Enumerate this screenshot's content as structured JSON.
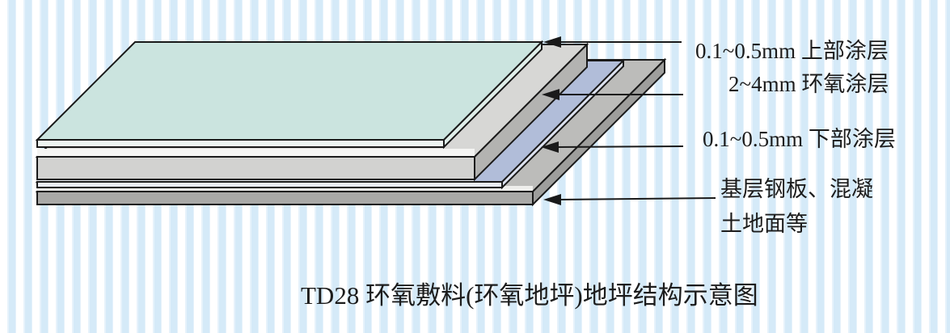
{
  "caption": "TD28 环氧敷料(环氧地坪)地坪结构示意图",
  "labels": {
    "upper_coating": "0.1~0.5mm 上部涂层",
    "epoxy_coating": "2~4mm 环氧涂层",
    "lower_coating": "0.1~0.5mm 下部涂层",
    "base_line1": "基层钢板、混凝",
    "base_line2": "土地面等"
  },
  "layers": [
    {
      "name": "upper-coating",
      "thickness": "0.1~0.5mm",
      "material": "上部涂层"
    },
    {
      "name": "epoxy-coating",
      "thickness": "2~4mm",
      "material": "环氧涂层"
    },
    {
      "name": "lower-coating",
      "thickness": "0.1~0.5mm",
      "material": "下部涂层"
    },
    {
      "name": "substrate",
      "material": "基层钢板、混凝土地面等"
    }
  ],
  "colors": {
    "outline": "#1a1a1a",
    "text": "#1c1c1c",
    "stripe_blue": "#d5eaf8",
    "stripe_light": "#e6f2fb",
    "stripe_white": "#ffffff",
    "green_top": "#cbe4df",
    "green_front": "#edf5f2",
    "green_side": "#e0eee9",
    "epoxy_top": "#d7d7d5",
    "epoxy_highlight": "#f4f4f2",
    "epoxy_front": "#d2d2d0",
    "epoxy_side": "#b3b3b1",
    "blue_top": "#b1bdd9",
    "blue_highlight": "#e9ecf4",
    "blue_front": "#e9ecf4",
    "blue_side": "#dde2ef",
    "base_top": "#bcbcba",
    "base_highlight": "#eeeeec",
    "base_front": "#a9a9a7",
    "base_side": "#9e9e9c"
  }
}
